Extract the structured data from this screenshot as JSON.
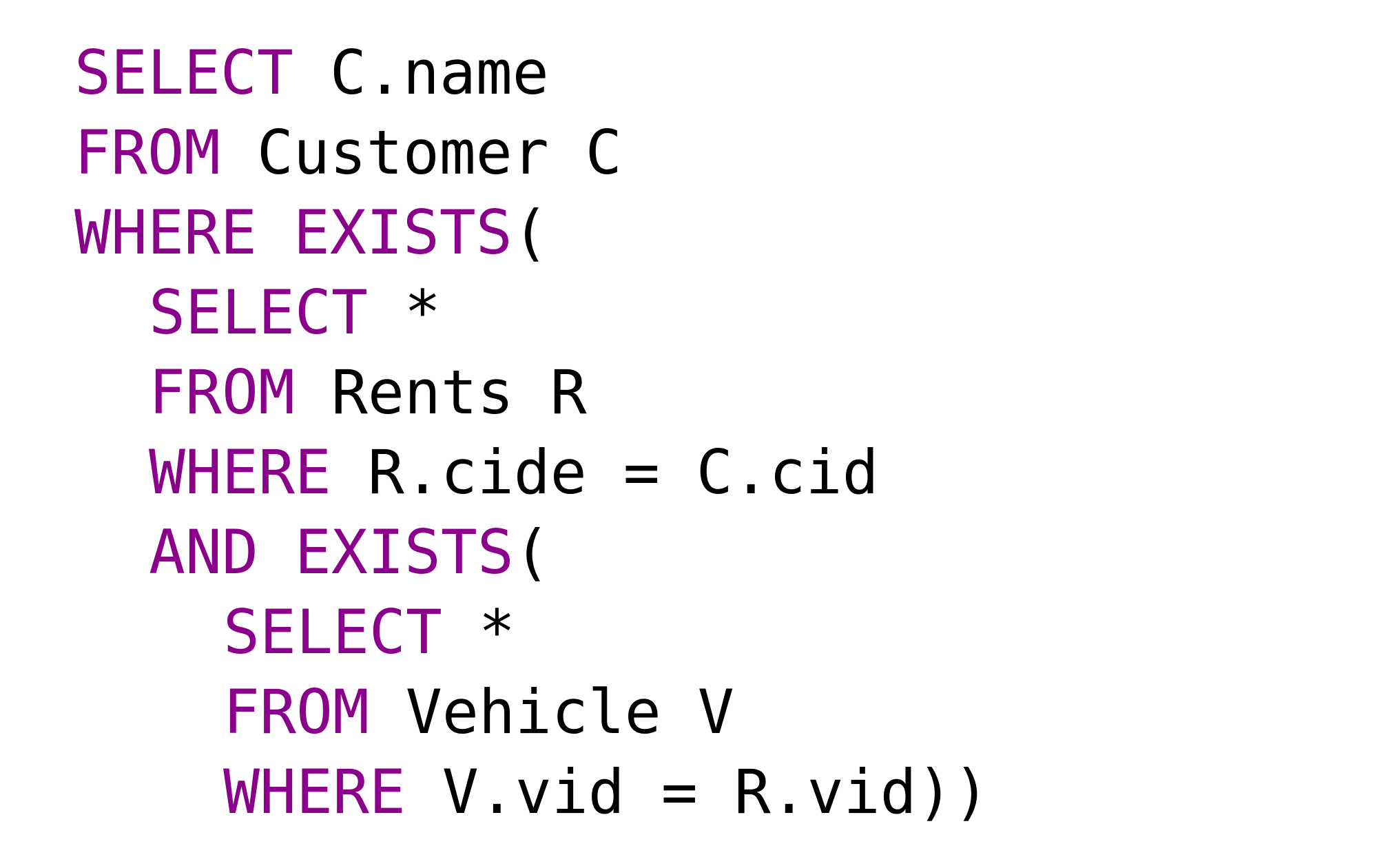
{
  "colors": {
    "keyword": "#8b008b",
    "text": "#000000",
    "background": "#ffffff"
  },
  "lines": [
    {
      "keyword": "SELECT",
      "rest": " C.name"
    },
    {
      "keyword": "FROM",
      "rest": " Customer C"
    },
    {
      "keyword": "WHERE EXISTS",
      "rest": "("
    },
    {
      "keyword": "SELECT",
      "rest": " *"
    },
    {
      "keyword": "FROM",
      "rest": " Rents R"
    },
    {
      "keyword": "WHERE",
      "rest": " R.cide = C.cid"
    },
    {
      "keyword": "AND EXISTS",
      "rest": "("
    },
    {
      "keyword": "SELECT",
      "rest": " *"
    },
    {
      "keyword": "FROM",
      "rest": " Vehicle V"
    },
    {
      "keyword": "WHERE",
      "rest": " V.vid = R.vid))"
    }
  ]
}
